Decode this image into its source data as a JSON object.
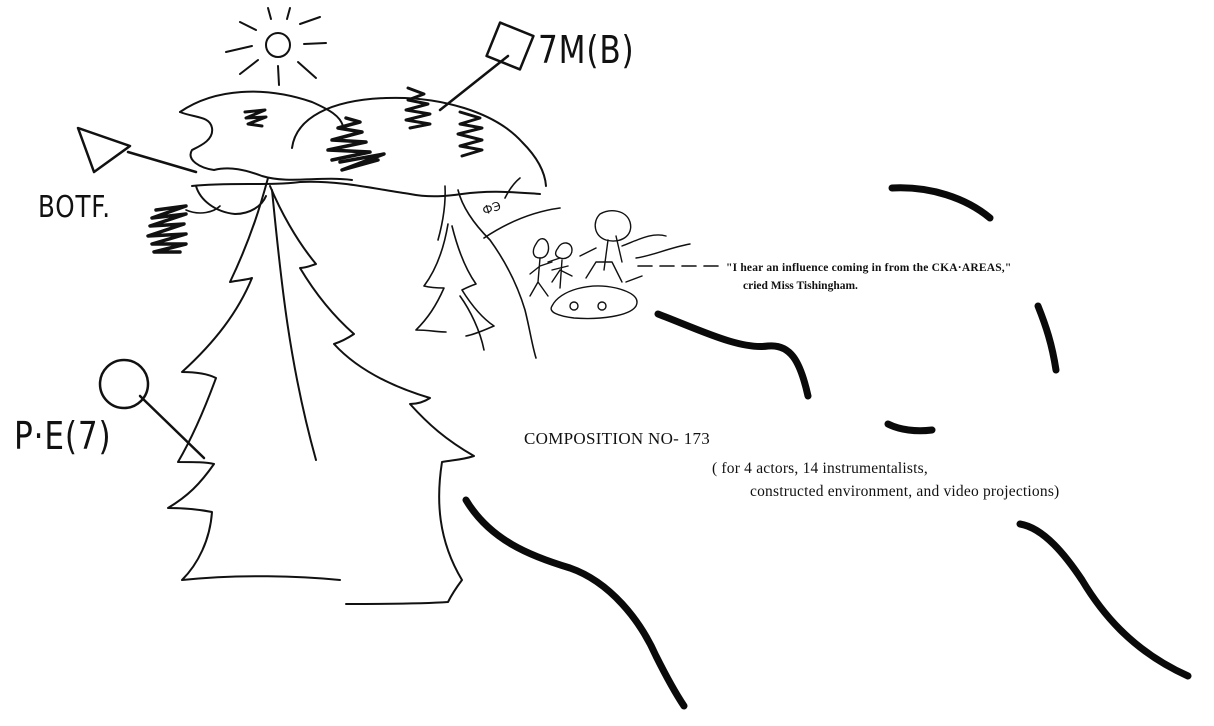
{
  "labels": {
    "top_right_symbol": "7M(B)",
    "left_symbol": "BOTF.",
    "bottom_left_symbol": "P·E(7)"
  },
  "quote": {
    "line1": "\"I hear an influence coming in from the CKA·AREAS,\"",
    "line2": "cried Miss Tishingham."
  },
  "composition": {
    "title": "COMPOSITION NO- 173",
    "subtitle_line1": "( for 4 actors, 14 instrumentalists,",
    "subtitle_line2": "constructed environment, and video projections)"
  },
  "colors": {
    "ink": "#111111",
    "background": "#ffffff"
  }
}
